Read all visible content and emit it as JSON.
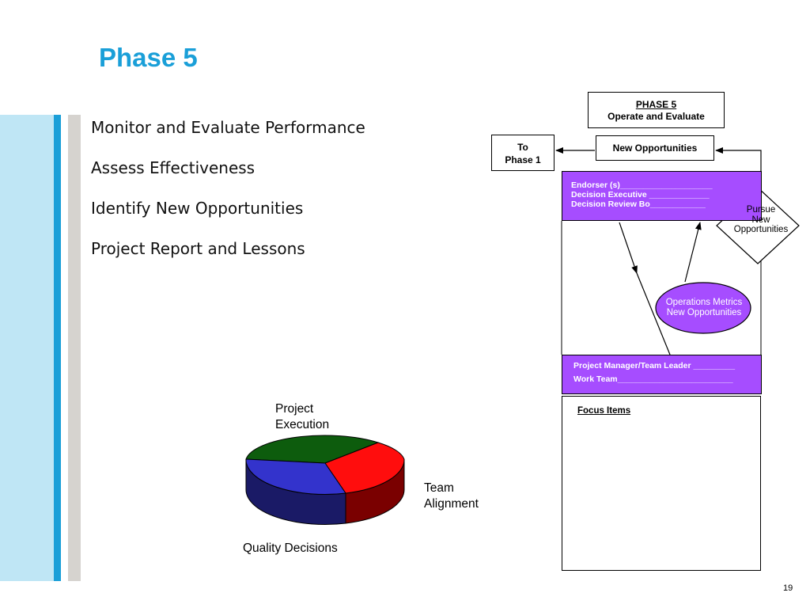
{
  "slide": {
    "title": "Phase 5",
    "page_number": "19"
  },
  "bullets": [
    "Monitor and Evaluate Performance",
    "Assess Effectiveness",
    "Identify New Opportunities",
    "Project Report and Lessons"
  ],
  "diagram": {
    "phase_box": {
      "line1": "PHASE 5",
      "line2": "Operate and Evaluate"
    },
    "to_box": {
      "line1": "To",
      "line2": "Phase 1"
    },
    "new_opportunities": "New Opportunities",
    "top_panel": [
      "Endorser (s)____________________",
      "Decision Executive _____________",
      "Decision Review Bo____________"
    ],
    "diamond": {
      "line1": "Pursue",
      "line2": "New",
      "line3": "Opportunities"
    },
    "oval": {
      "line1": "Operations Metrics",
      "line2": "New Opportunities"
    },
    "bottom_panel": [
      "Project Manager/Team Leader _________",
      "Work Team_________________________"
    ],
    "focus_items": "Focus Items",
    "colors": {
      "panel": "#a64dff",
      "oval": "#a64dff"
    }
  },
  "pie": {
    "labels": {
      "project_execution_1": "Project",
      "project_execution_2": "Execution",
      "team_alignment_1": "Team",
      "team_alignment_2": "Alignment",
      "quality_decisions": "Quality Decisions"
    },
    "colors": {
      "green": "#0d5c0d",
      "red": "#ff0d0d",
      "blue": "#3333cc",
      "red_side": "#7a0000",
      "blue_side": "#1a1a66"
    }
  }
}
